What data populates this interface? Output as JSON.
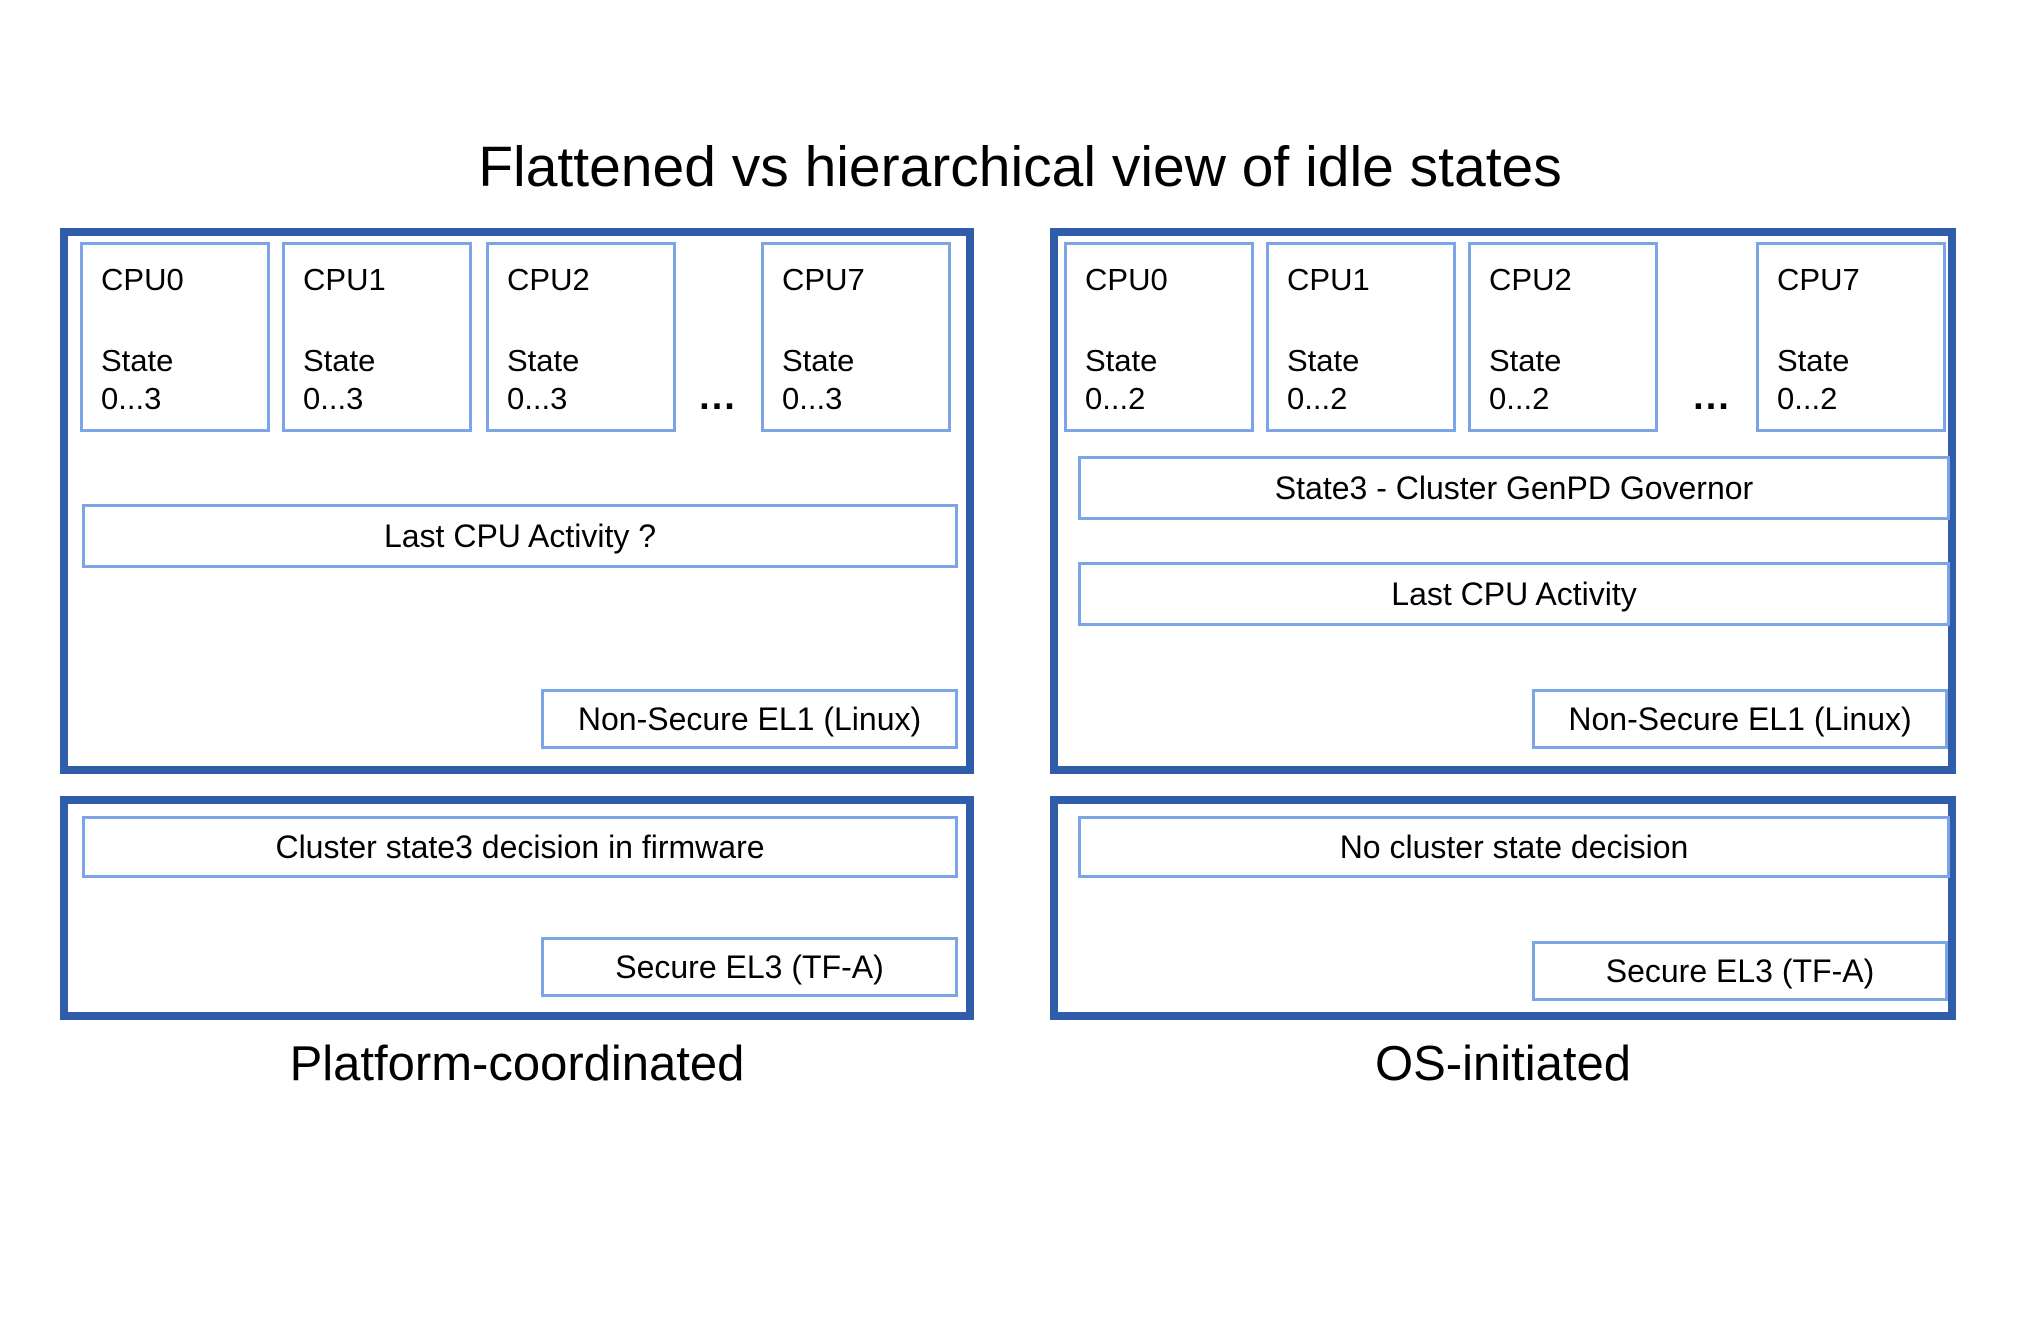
{
  "title": "Flattened vs hierarchical view of idle states",
  "colors": {
    "outer_border": "#2F5DA9",
    "inner_border": "#7CA5E8",
    "text": "#000000",
    "background": "#FFFFFF"
  },
  "diagrams": [
    {
      "caption": "Platform-coordinated",
      "cpu_row": {
        "cpus": [
          {
            "name": "CPU0",
            "state_label": "State",
            "state_range": "0...3"
          },
          {
            "name": "CPU1",
            "state_label": "State",
            "state_range": "0...3"
          },
          {
            "name": "CPU2",
            "state_label": "State",
            "state_range": "0...3"
          },
          {
            "name": "CPU7",
            "state_label": "State",
            "state_range": "0...3"
          }
        ],
        "ellipsis": "..."
      },
      "activity_box": "Last CPU Activity ?",
      "el1_box": "Non-Secure EL1 (Linux)",
      "decision_box": "Cluster state3 decision in firmware",
      "el3_box": "Secure EL3 (TF-A)"
    },
    {
      "caption": "OS-initiated",
      "cpu_row": {
        "cpus": [
          {
            "name": "CPU0",
            "state_label": "State",
            "state_range": "0...2"
          },
          {
            "name": "CPU1",
            "state_label": "State",
            "state_range": "0...2"
          },
          {
            "name": "CPU2",
            "state_label": "State",
            "state_range": "0...2"
          },
          {
            "name": "CPU7",
            "state_label": "State",
            "state_range": "0...2"
          }
        ],
        "ellipsis": "..."
      },
      "governor_box": "State3 - Cluster GenPD Governor",
      "activity_box": "Last CPU Activity",
      "el1_box": "Non-Secure EL1 (Linux)",
      "decision_box": "No cluster state decision",
      "el3_box": "Secure EL3 (TF-A)"
    }
  ]
}
